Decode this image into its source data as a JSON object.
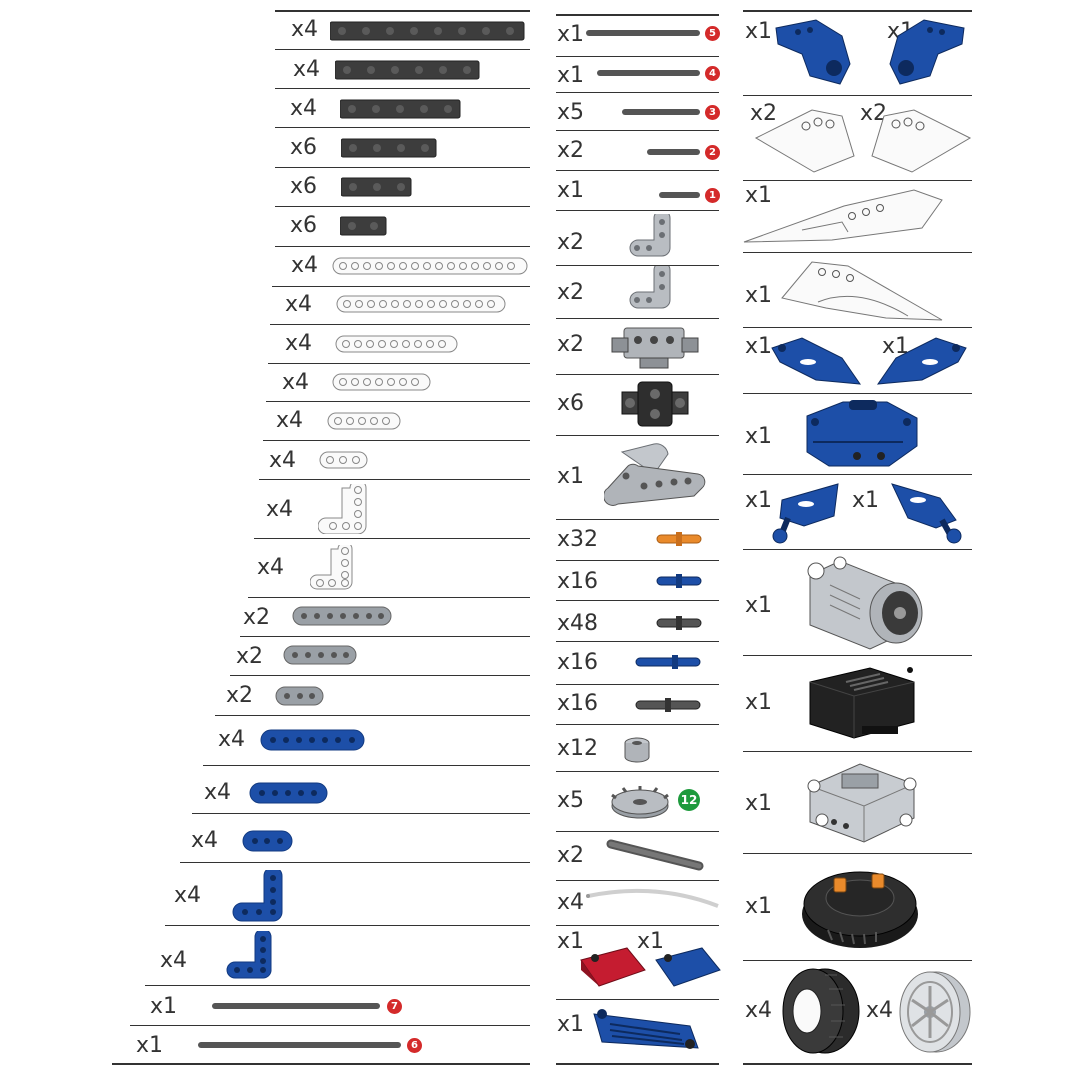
{
  "colors": {
    "dark": "#3a3a3a",
    "white": "#fafafa",
    "gray": "#9aa0a6",
    "blue": "#1d4fa8",
    "orange": "#e98a2b",
    "red": "#d42a2a",
    "green": "#1e9a3d"
  },
  "col1": [
    {
      "qty": "x4",
      "kind": "dark-brick"
    },
    {
      "qty": "x4",
      "kind": "dark-brick"
    },
    {
      "qty": "x4",
      "kind": "dark-brick"
    },
    {
      "qty": "x6",
      "kind": "dark-brick"
    },
    {
      "qty": "x6",
      "kind": "dark-brick"
    },
    {
      "qty": "x6",
      "kind": "dark-brick"
    },
    {
      "qty": "x4",
      "kind": "white-beam"
    },
    {
      "qty": "x4",
      "kind": "white-beam"
    },
    {
      "qty": "x4",
      "kind": "white-beam"
    },
    {
      "qty": "x4",
      "kind": "white-beam"
    },
    {
      "qty": "x4",
      "kind": "white-beam"
    },
    {
      "qty": "x4",
      "kind": "white-beam"
    },
    {
      "qty": "x4",
      "kind": "white-L-beam"
    },
    {
      "qty": "x4",
      "kind": "white-L-beam"
    },
    {
      "qty": "x2",
      "kind": "gray-beam"
    },
    {
      "qty": "x2",
      "kind": "gray-beam"
    },
    {
      "qty": "x2",
      "kind": "gray-beam"
    },
    {
      "qty": "x4",
      "kind": "blue-beam"
    },
    {
      "qty": "x4",
      "kind": "blue-beam"
    },
    {
      "qty": "x4",
      "kind": "blue-beam"
    },
    {
      "qty": "x4",
      "kind": "blue-L-beam"
    },
    {
      "qty": "x4",
      "kind": "blue-L-beam"
    },
    {
      "qty": "x1",
      "kind": "axle",
      "badge": "7"
    },
    {
      "qty": "x1",
      "kind": "axle",
      "badge": "6"
    }
  ],
  "col2": [
    {
      "qty": "x1",
      "kind": "axle",
      "badge": "5"
    },
    {
      "qty": "x1",
      "kind": "axle",
      "badge": "4"
    },
    {
      "qty": "x5",
      "kind": "axle",
      "badge": "3"
    },
    {
      "qty": "x2",
      "kind": "axle",
      "badge": "2"
    },
    {
      "qty": "x1",
      "kind": "axle",
      "badge": "1"
    },
    {
      "qty": "x2",
      "kind": "gray-L-connector"
    },
    {
      "qty": "x2",
      "kind": "gray-L-connector"
    },
    {
      "qty": "x2",
      "kind": "gray-steering-block"
    },
    {
      "qty": "x6",
      "kind": "dark-connector-block"
    },
    {
      "qty": "x1",
      "kind": "gray-fork"
    },
    {
      "qty": "x32",
      "kind": "orange-pin"
    },
    {
      "qty": "x16",
      "kind": "blue-pin"
    },
    {
      "qty": "x48",
      "kind": "dark-pin"
    },
    {
      "qty": "x16",
      "kind": "blue-long-pin"
    },
    {
      "qty": "x16",
      "kind": "dark-long-pin"
    },
    {
      "qty": "x12",
      "kind": "gray-bush"
    },
    {
      "qty": "x5",
      "kind": "gray-gear",
      "badge": "12"
    },
    {
      "qty": "x2",
      "kind": "gray-shock-rod"
    },
    {
      "qty": "x4",
      "kind": "white-cable"
    },
    {
      "qty": "x1",
      "qty2": "x1",
      "kind": "red-blue-tiles"
    },
    {
      "qty": "x1",
      "kind": "blue-grille"
    }
  ],
  "col3": [
    {
      "qty": "x1",
      "qty2": "x1",
      "kind": "blue-fenders"
    },
    {
      "qty": "x2",
      "qty2": "x2",
      "kind": "white-panels"
    },
    {
      "qty": "x1",
      "kind": "white-wing"
    },
    {
      "qty": "x1",
      "kind": "white-wing-2"
    },
    {
      "qty": "x1",
      "qty2": "x1",
      "kind": "blue-small-panels"
    },
    {
      "qty": "x1",
      "kind": "blue-hood"
    },
    {
      "qty": "x1",
      "qty2": "x1",
      "kind": "blue-side-panels"
    },
    {
      "qty": "x1",
      "kind": "motor"
    },
    {
      "qty": "x1",
      "kind": "battery-box"
    },
    {
      "qty": "x1",
      "kind": "receiver"
    },
    {
      "qty": "x1",
      "kind": "remote"
    },
    {
      "qty": "x4",
      "qty2": "x4",
      "kind": "tires-rims"
    }
  ]
}
